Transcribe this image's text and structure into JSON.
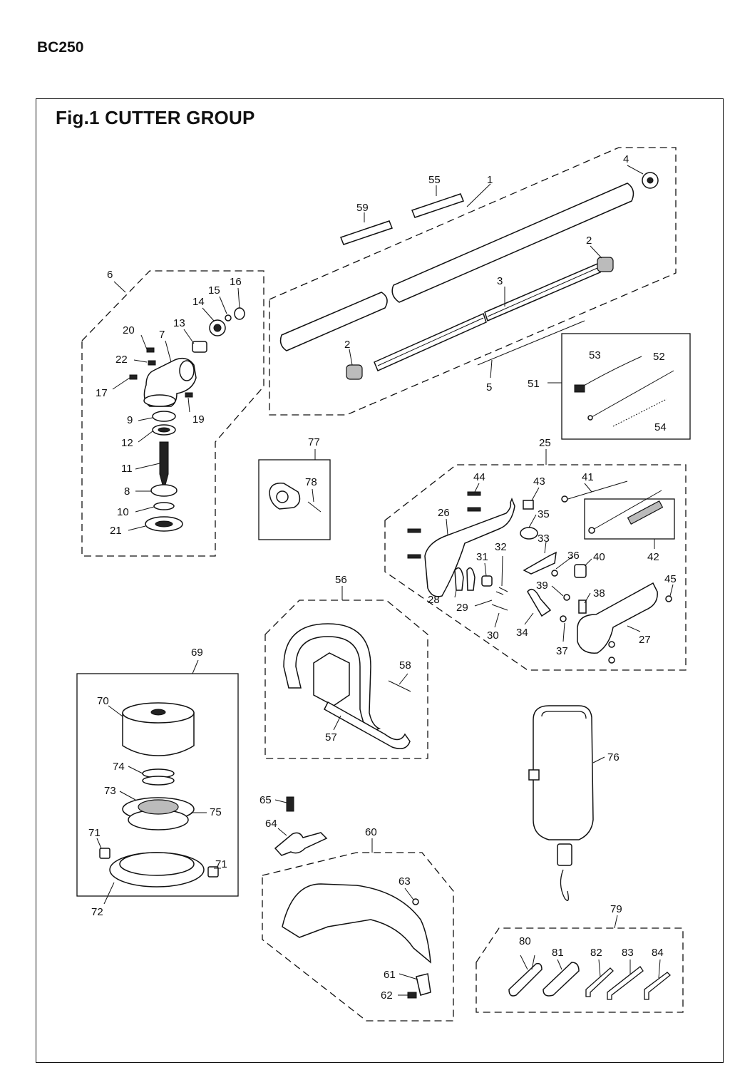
{
  "header": {
    "model": "BC250"
  },
  "figure": {
    "title": "Fig.1  CUTTER GROUP"
  },
  "part_numbers": {
    "p1": "1",
    "p2a": "2",
    "p2b": "2",
    "p3": "3",
    "p4": "4",
    "p5": "5",
    "p6": "6",
    "p7": "7",
    "p8": "8",
    "p9": "9",
    "p10": "10",
    "p11": "11",
    "p12": "12",
    "p13": "13",
    "p14": "14",
    "p15": "15",
    "p16": "16",
    "p17": "17",
    "p19": "19",
    "p20": "20",
    "p21": "21",
    "p22": "22",
    "p25": "25",
    "p26": "26",
    "p27": "27",
    "p28": "28",
    "p29": "29",
    "p30": "30",
    "p31": "31",
    "p32": "32",
    "p33": "33",
    "p34": "34",
    "p35": "35",
    "p36": "36",
    "p37": "37",
    "p38": "38",
    "p39": "39",
    "p40": "40",
    "p41": "41",
    "p42": "42",
    "p43": "43",
    "p44": "44",
    "p45": "45",
    "p51": "51",
    "p52": "52",
    "p53": "53",
    "p54": "54",
    "p55": "55",
    "p56": "56",
    "p57": "57",
    "p58": "58",
    "p59": "59",
    "p60": "60",
    "p61": "61",
    "p62": "62",
    "p63": "63",
    "p64": "64",
    "p65": "65",
    "p69": "69",
    "p70": "70",
    "p71a": "71",
    "p71b": "71",
    "p72": "72",
    "p73": "73",
    "p74": "74",
    "p75": "75",
    "p76": "76",
    "p77": "77",
    "p78": "78",
    "p79": "79",
    "p80": "80",
    "p81": "81",
    "p82": "82",
    "p83": "83",
    "p84": "84"
  }
}
